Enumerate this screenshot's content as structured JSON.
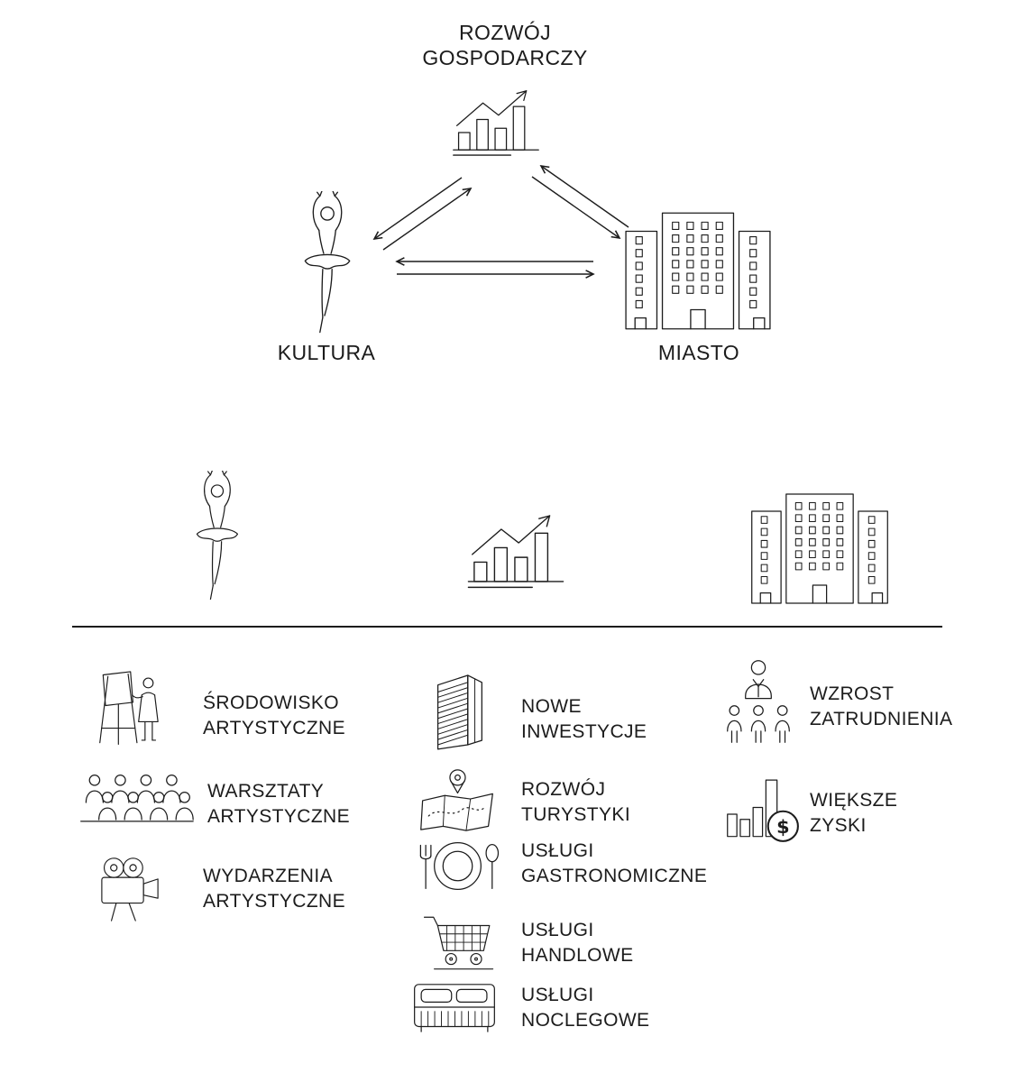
{
  "colors": {
    "ink": "#1c1c1c",
    "background": "#ffffff"
  },
  "diagram": {
    "economy_line1": "ROZWÓJ",
    "economy_line2": "GOSPODARCZY",
    "culture_label": "KULTURA",
    "city_label": "MIASTO"
  },
  "legend": {
    "culture": [
      {
        "icon": "easel-painter-icon",
        "line1": "ŚRODOWISKO",
        "line2": "ARTYSTYCZNE"
      },
      {
        "icon": "workshop-audience-icon",
        "line1": "WARSZTATY",
        "line2": "ARTYSTYCZNE"
      },
      {
        "icon": "film-camera-icon",
        "line1": "WYDARZENIA",
        "line2": "ARTYSTYCZNE"
      }
    ],
    "economy": [
      {
        "icon": "office-tower-icon",
        "line1": "NOWE",
        "line2": "INWESTYCJE"
      },
      {
        "icon": "map-pin-icon",
        "line1": "ROZWÓJ",
        "line2": "TURYSTYKI"
      },
      {
        "icon": "plate-cutlery-icon",
        "line1": "USŁUGI",
        "line2": "GASTRONOMICZNE"
      },
      {
        "icon": "shopping-cart-icon",
        "line1": "USŁUGI",
        "line2": "HANDLOWE"
      },
      {
        "icon": "bed-icon",
        "line1": "USŁUGI",
        "line2": "NOCLEGOWE"
      }
    ],
    "city": [
      {
        "icon": "workforce-icon",
        "line1": "WZROST",
        "line2": "ZATRUDNIENIA"
      },
      {
        "icon": "profit-coin-icon",
        "line1": "WIĘKSZE",
        "line2": "ZYSKI"
      }
    ]
  },
  "glyphs": {
    "dollar": "$"
  }
}
